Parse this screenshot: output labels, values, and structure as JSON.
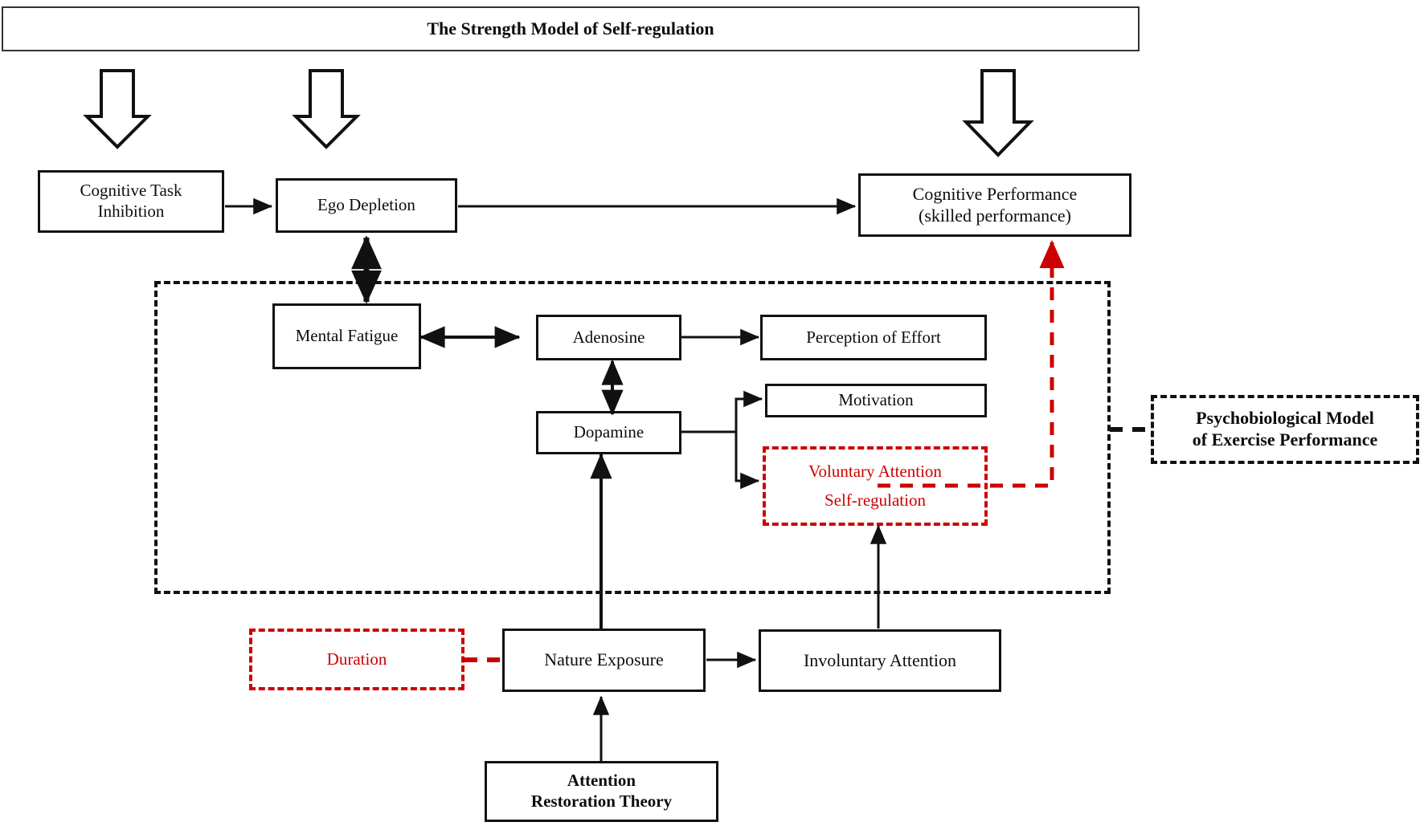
{
  "diagram": {
    "title": "The Strength Model of Self-regulation",
    "colors": {
      "black": "#111111",
      "red": "#cc0000",
      "background": "#ffffff"
    },
    "nodes": {
      "cognitive_task_inhibition": {
        "line1": "Cognitive Task",
        "line2": "Inhibition"
      },
      "ego_depletion": {
        "label": "Ego Depletion"
      },
      "cognitive_performance": {
        "line1": "Cognitive Performance",
        "line2": "(skilled performance)"
      },
      "mental_fatigue": {
        "label": "Mental Fatigue"
      },
      "adenosine": {
        "label": "Adenosine"
      },
      "perception_of_effort": {
        "label": "Perception of Effort"
      },
      "dopamine": {
        "label": "Dopamine"
      },
      "motivation": {
        "label": "Motivation"
      },
      "voluntary_attention": {
        "line1": "Voluntary Attention",
        "line2": "Self-regulation"
      },
      "psychobiological_model": {
        "line1": "Psychobiological Model",
        "line2": "of Exercise Performance"
      },
      "duration": {
        "label": "Duration"
      },
      "nature_exposure": {
        "label": "Nature Exposure"
      },
      "involuntary_attention": {
        "label": "Involuntary Attention"
      },
      "attention_restoration_theory": {
        "line1": "Attention",
        "line2": "Restoration Theory"
      }
    },
    "edges": [
      {
        "name": "cognitive-task-inhibition-to-ego-depletion",
        "from": "Cognitive Task Inhibition",
        "to": "Ego Depletion",
        "style": "solid",
        "arrow": "single",
        "color": "#111111"
      },
      {
        "name": "ego-depletion-to-cognitive-performance",
        "from": "Ego Depletion",
        "to": "Cognitive Performance",
        "style": "solid",
        "arrow": "single",
        "color": "#111111"
      },
      {
        "name": "ego-depletion-to-mental-fatigue",
        "from": "Ego Depletion",
        "to": "Mental Fatigue",
        "style": "solid",
        "arrow": "double",
        "color": "#111111"
      },
      {
        "name": "mental-fatigue-to-adenosine",
        "from": "Mental Fatigue",
        "to": "Adenosine",
        "style": "solid",
        "arrow": "double",
        "color": "#111111"
      },
      {
        "name": "adenosine-to-perception-of-effort",
        "from": "Adenosine",
        "to": "Perception of Effort",
        "style": "solid",
        "arrow": "single",
        "color": "#111111"
      },
      {
        "name": "adenosine-to-dopamine",
        "from": "Adenosine",
        "to": "Dopamine",
        "style": "solid",
        "arrow": "double",
        "color": "#111111"
      },
      {
        "name": "dopamine-to-motivation",
        "from": "Dopamine",
        "to": "Motivation",
        "style": "solid",
        "arrow": "single",
        "color": "#111111"
      },
      {
        "name": "dopamine-to-voluntary-attention",
        "from": "Dopamine",
        "to": "Voluntary Attention Self-regulation",
        "style": "solid",
        "arrow": "single",
        "color": "#111111"
      },
      {
        "name": "voluntary-attention-to-cognitive-performance",
        "from": "Voluntary Attention Self-regulation",
        "to": "Cognitive Performance",
        "style": "dashed",
        "arrow": "single",
        "color": "#cc0000"
      },
      {
        "name": "nature-exposure-to-dopamine",
        "from": "Nature Exposure",
        "to": "Dopamine",
        "style": "solid",
        "arrow": "single",
        "color": "#111111"
      },
      {
        "name": "nature-exposure-to-involuntary-attention",
        "from": "Nature Exposure",
        "to": "Involuntary Attention",
        "style": "solid",
        "arrow": "single",
        "color": "#111111"
      },
      {
        "name": "involuntary-attention-to-voluntary-attention",
        "from": "Involuntary Attention",
        "to": "Voluntary Attention Self-regulation",
        "style": "solid",
        "arrow": "single",
        "color": "#111111"
      },
      {
        "name": "attention-restoration-theory-to-nature-exposure",
        "from": "Attention Restoration Theory",
        "to": "Nature Exposure",
        "style": "solid",
        "arrow": "single",
        "color": "#111111"
      },
      {
        "name": "duration-to-nature-exposure",
        "from": "Duration",
        "to": "Nature Exposure",
        "style": "dashed",
        "arrow": "none",
        "color": "#cc0000"
      },
      {
        "name": "region-to-psychobiological-model",
        "from": "Psychobiological region",
        "to": "Psychobiological Model of Exercise Performance",
        "style": "dashed",
        "arrow": "none",
        "color": "#111111"
      }
    ],
    "annotations": {
      "hollow_arrows": [
        {
          "name": "hollow-arrow-cognitive-task-inhibition",
          "target": "Cognitive Task Inhibition"
        },
        {
          "name": "hollow-arrow-ego-depletion",
          "target": "Ego Depletion"
        },
        {
          "name": "hollow-arrow-cognitive-performance",
          "target": "Cognitive Performance"
        }
      ],
      "region_label": "Psychobiological Model of Exercise Performance"
    }
  }
}
